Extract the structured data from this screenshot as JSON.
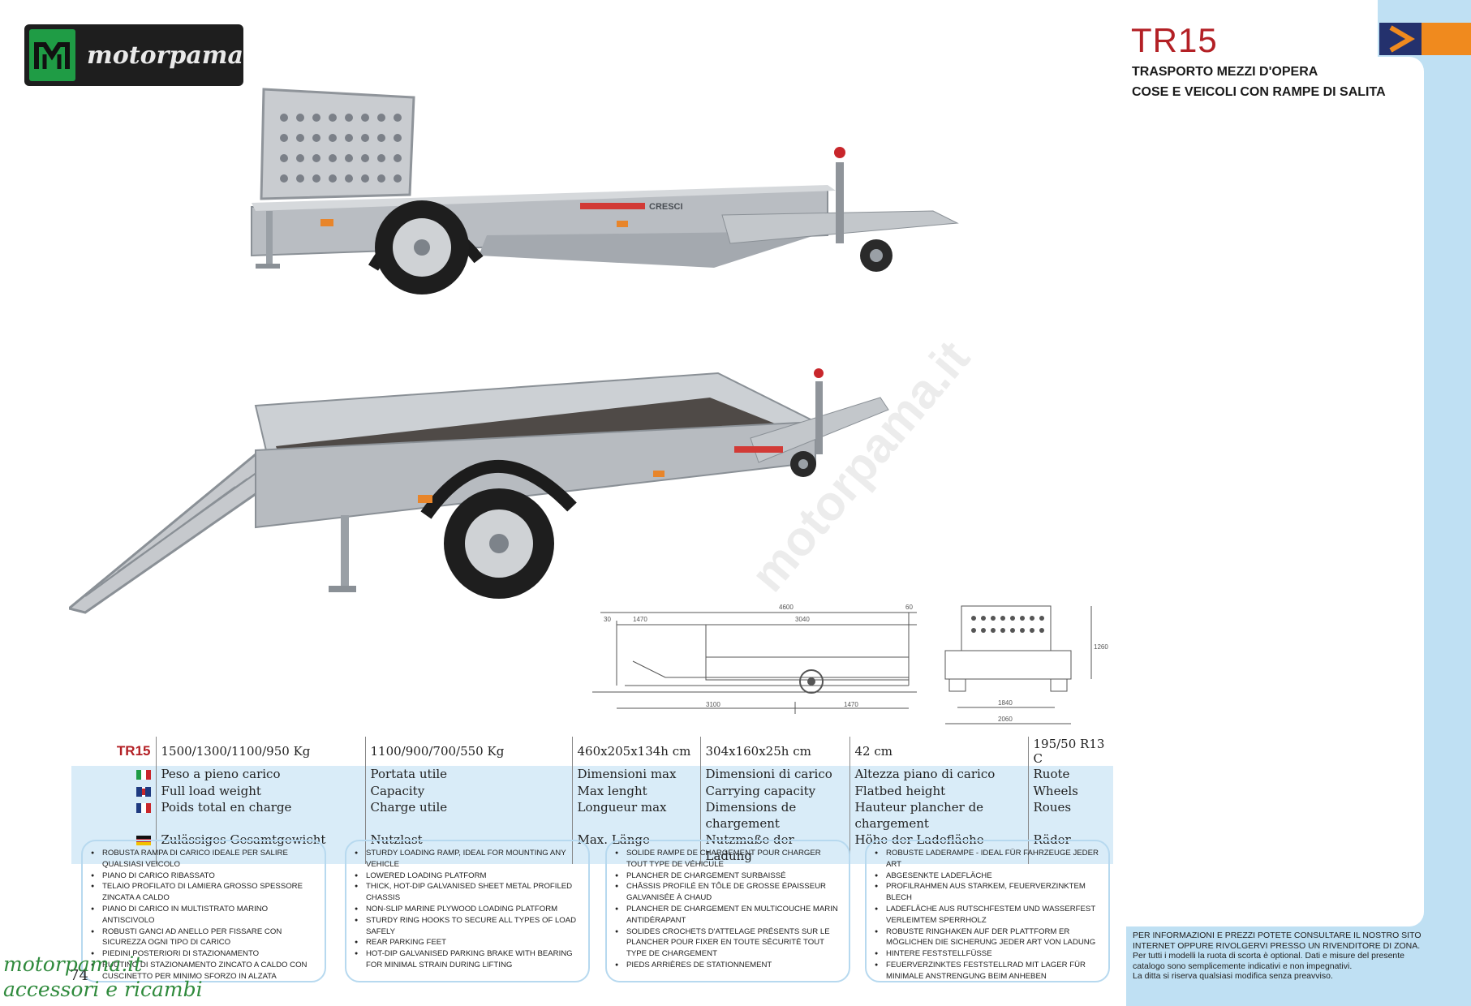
{
  "brand": {
    "name": "motorpama"
  },
  "header": {
    "model": "TR15",
    "subtitle_1": "TRASPORTO MEZZI D'OPERA",
    "subtitle_2": "COSE E VEICOLI CON RAMPE DI SALITA"
  },
  "colors": {
    "accent": "#b32025",
    "panel": "#bfe0f3",
    "brand_green": "#1f9c45",
    "nav_blue": "#24316d",
    "nav_orange": "#f08a1e"
  },
  "drawing": {
    "side": {
      "total_length": "4600",
      "front": "1470",
      "rear": "3040",
      "left_offset": "30",
      "right_offset": "60",
      "bottom_left": "3100",
      "bottom_right": "1470"
    },
    "rear": {
      "height": "1260",
      "inner_width": "1840",
      "outer_width": "2060"
    }
  },
  "watermark": "motorpama.it",
  "specs": {
    "model": "TR15",
    "values": [
      "1500/1300/1100/950 Kg",
      "1100/900/700/550 Kg",
      "460x205x134h cm",
      "304x160x25h cm",
      "42 cm",
      "195/50 R13 C"
    ],
    "rows": [
      {
        "flag": "it",
        "cells": [
          "Peso a pieno carico",
          "Portata utile",
          "Dimensioni max",
          "Dimensioni di carico",
          "Altezza piano di carico",
          "Ruote"
        ]
      },
      {
        "flag": "gb",
        "cells": [
          "Full load weight",
          "Capacity",
          "Max lenght",
          "Carrying capacity",
          "Flatbed height",
          "Wheels"
        ]
      },
      {
        "flag": "fr",
        "cells": [
          "Poids total en charge",
          "Charge utile",
          "Longueur max",
          "Dimensions de chargement",
          "Hauteur plancher de chargement",
          "Roues"
        ]
      },
      {
        "flag": "de",
        "cells": [
          "Zulässiges Gesamtgewicht",
          "Nutzlast",
          "Max. Länge",
          "Nutzmaße der Ladung",
          "Höhe der Ladefläche",
          "Räder"
        ]
      }
    ]
  },
  "features": {
    "it": [
      "Robusta rampa di carico ideale per salire qualsiasi veicolo",
      "Piano di carico ribassato",
      "Telaio profilato di lamiera grosso spessore zincata a caldo",
      "Piano di carico in multistrato marino antiscivolo",
      "Robusti ganci ad anello per fissare con sicurezza ogni tipo di carico",
      "Piedini posteriori di stazionamento",
      "Ruotino di stazionamento zincato a caldo con cuscinetto per minimo sforzo in alzata"
    ],
    "en": [
      "Sturdy loading ramp, ideal for mounting any vehicle",
      "Lowered loading platform",
      "Thick, hot-dip galvanised sheet metal profiled chassis",
      "Non-slip marine plywood loading platform",
      "Sturdy ring hooks to secure all types of load safely",
      "Rear parking feet",
      "Hot-dip galvanised parking brake with bearing for minimal strain during lifting"
    ],
    "fr": [
      "Solide rampe de chargement pour charger tout type de véhicule",
      "Plancher de chargement surbaissé",
      "Châssis profilé en tôle de grosse épaisseur galvanisée à chaud",
      "Plancher de chargement en multicouche marin antidérapant",
      "Solides crochets d'attelage présents sur le plancher pour fixer en toute sécurité tout type de chargement",
      "Pieds arrières de stationnement"
    ],
    "de": [
      "Robuste Laderampe - ideal für Fahrzeuge jeder Art",
      "Abgesenkte Ladefläche",
      "Profilrahmen aus starkem, feuerverzinktem Blech",
      "Ladefläche aus rutschfestem und wasserfest verleimtem Sperrholz",
      "Robuste Ringhaken auf der Plattform er möglichen die Sicherung jeder Art von Ladung",
      "Hintere Feststellfüsse",
      "Feuerverzinktes Feststellrad mit Lager für minimale Anstrengung beim Anheben"
    ]
  },
  "contact": {
    "line1": "PER INFORMAZIONI E PREZZI POTETE CONSULTARE IL NOSTRO SITO INTERNET OPPURE RIVOLGERVI PRESSO UN RIVENDITORE DI ZONA.",
    "line2": "Per tutti i modelli la ruota di scorta è optional. Dati e misure del presente catalogo sono semplicemente indicativi e non impegnativi.",
    "line3": "La ditta si riserva qualsiasi modifica senza preavviso."
  },
  "footer": {
    "page": "74",
    "site": "motorpama.it",
    "tagline": "accessori e ricambi"
  }
}
